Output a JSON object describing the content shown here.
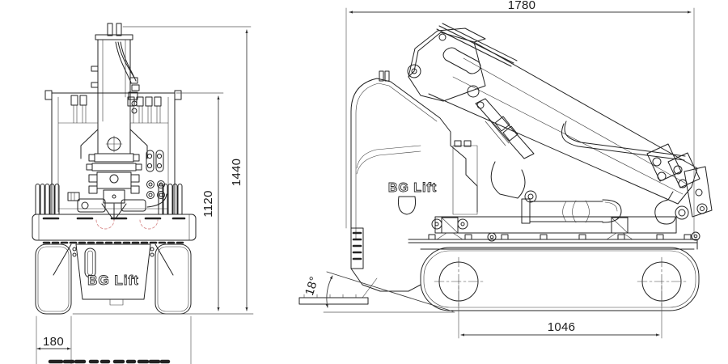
{
  "brand": "BG Lift",
  "drawing": {
    "type": "technical-dimension-drawing",
    "views": {
      "front": {
        "logo_text": "BG Lift"
      },
      "side": {
        "logo_text": "BG Lift"
      }
    },
    "dimensions": {
      "overall_length": "1780",
      "overall_height": "1440",
      "chassis_height": "1120",
      "track_width": "180",
      "wheelbase": "1046",
      "approach_angle": "18°"
    },
    "colors": {
      "line": "#232323",
      "dimension_line": "#3d3d3d",
      "background": "#ffffff",
      "hidden_detail_red": "#d98c8c"
    }
  }
}
